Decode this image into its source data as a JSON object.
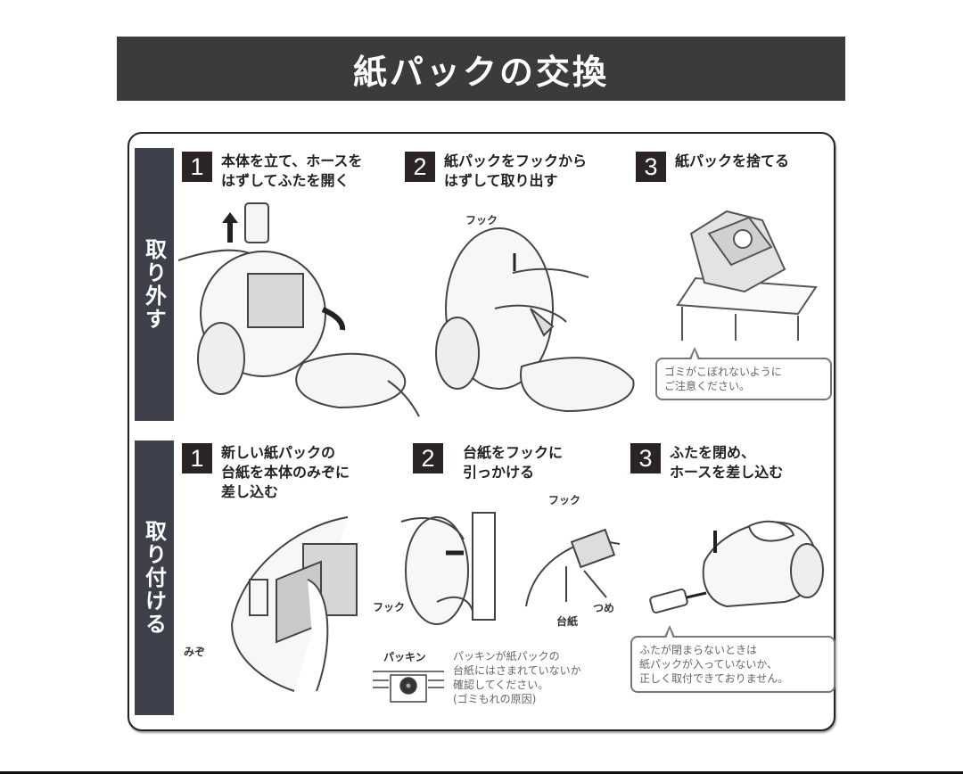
{
  "title": "紙パックの交換",
  "sections": [
    {
      "label": "取り外す",
      "steps": [
        {
          "number": "1",
          "text": "本体を立て、ホースを\nはずしてふたを開く"
        },
        {
          "number": "2",
          "text": "紙パックをフックから\nはずして取り出す",
          "callouts": [
            "フック"
          ]
        },
        {
          "number": "3",
          "text": "紙パックを捨てる",
          "note": "ゴミがこぼれないように\nご注意ください。"
        }
      ]
    },
    {
      "label": "取り付ける",
      "steps": [
        {
          "number": "1",
          "text": "新しい紙パックの\n台紙を本体のみぞに\n差し込む",
          "callouts": [
            "みぞ"
          ]
        },
        {
          "number": "2",
          "text": "台紙をフックに\n引っかける",
          "callouts": [
            "フック",
            "フック",
            "つめ",
            "台紙",
            "パッキン"
          ],
          "note": "パッキンが紙パックの\n台紙にはさまれていないか\n確認してください。\n(ゴミもれの原因)"
        },
        {
          "number": "3",
          "text": "ふたを閉め、\nホースを差し込む",
          "note": "ふたが閉まらないときは\n紙パックが入っていないか、\n正しく取付できておりません。"
        }
      ]
    }
  ],
  "colors": {
    "title_bg": "#3b3b3b",
    "side_label_bg": "#3d3f4a",
    "step_number_bg": "#2a2424",
    "panel_border": "#222222"
  }
}
